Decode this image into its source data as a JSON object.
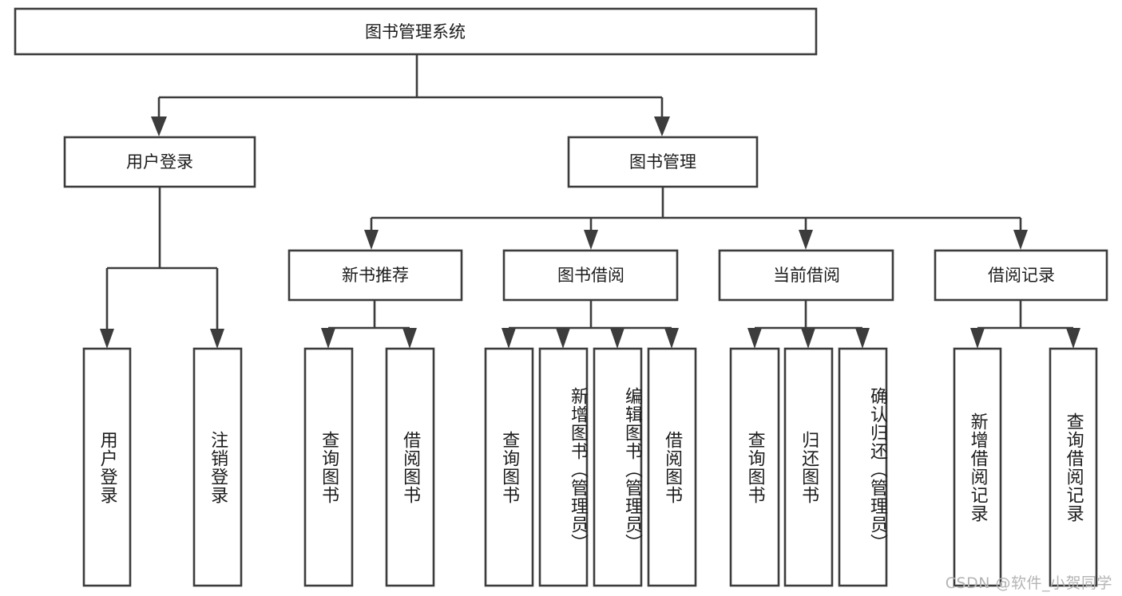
{
  "diagram": {
    "title": "图书管理系统",
    "type": "tree",
    "root": {
      "label": "图书管理系统"
    },
    "level2": [
      {
        "label": "用户登录"
      },
      {
        "label": "图书管理"
      }
    ],
    "level3": [
      {
        "label": "新书推荐"
      },
      {
        "label": "图书借阅"
      },
      {
        "label": "当前借阅"
      },
      {
        "label": "借阅记录"
      }
    ],
    "leaves": {
      "user_login": [
        {
          "label": "用户登录"
        },
        {
          "label": "注销登录"
        }
      ],
      "new_book_recommend": [
        {
          "label": "查询图书"
        },
        {
          "label": "借阅图书"
        }
      ],
      "book_borrow": [
        {
          "label": "查询图书"
        },
        {
          "label": "新增图书（管理员）"
        },
        {
          "label": "编辑图书（管理员）"
        },
        {
          "label": "借阅图书"
        }
      ],
      "current_borrow": [
        {
          "label": "查询图书"
        },
        {
          "label": "归还图书"
        },
        {
          "label": "确认归还（管理员）"
        }
      ],
      "borrow_record": [
        {
          "label": "新增借阅记录"
        },
        {
          "label": "查询借阅记录"
        }
      ]
    }
  },
  "watermark": {
    "text": "CSDN @软件_小贺同学"
  },
  "colors": {
    "stroke": "#3c3c3c",
    "text": "#1c1c1c",
    "background": "#ffffff",
    "watermark": "#b4b4b4"
  }
}
